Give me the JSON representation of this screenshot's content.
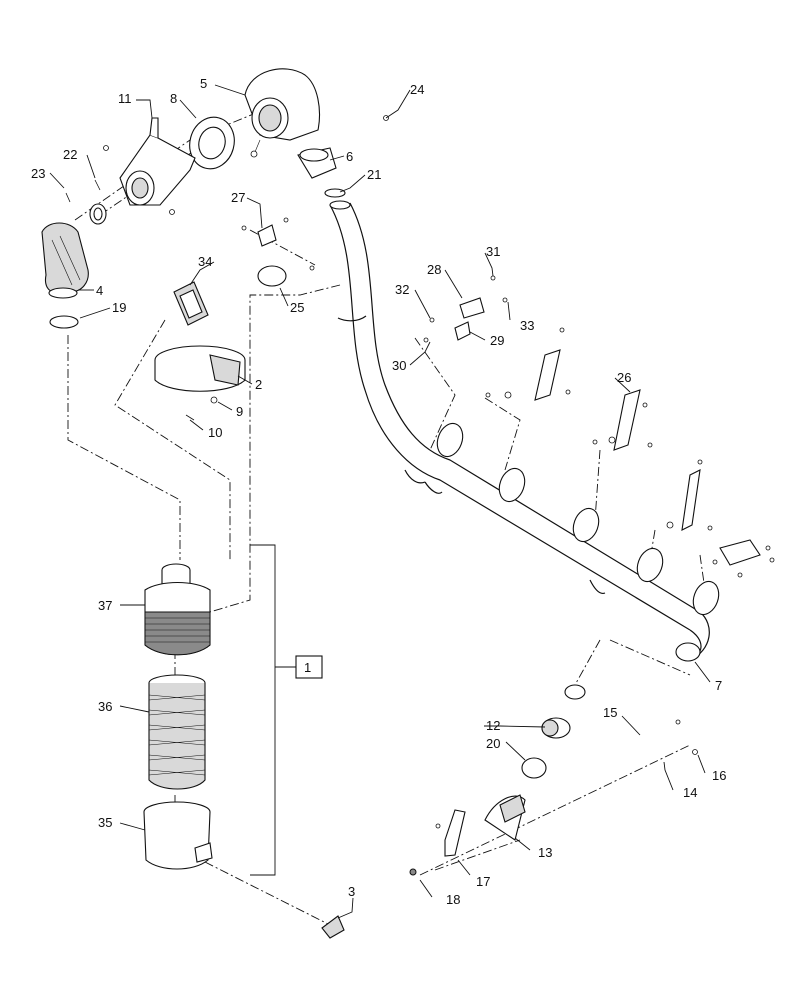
{
  "callouts": [
    "1",
    "2",
    "3",
    "4",
    "5",
    "6",
    "7",
    "8",
    "9",
    "10",
    "11",
    "12",
    "13",
    "14",
    "15",
    "16",
    "17",
    "18",
    "19",
    "20",
    "21",
    "22",
    "23",
    "24",
    "25",
    "26",
    "27",
    "28",
    "29",
    "30",
    "31",
    "32",
    "33",
    "34",
    "35",
    "36",
    "37"
  ],
  "colors": {
    "line": "#111111",
    "shade": "#d9d9d9",
    "dark": "#8a8a8a",
    "background": "#ffffff"
  }
}
